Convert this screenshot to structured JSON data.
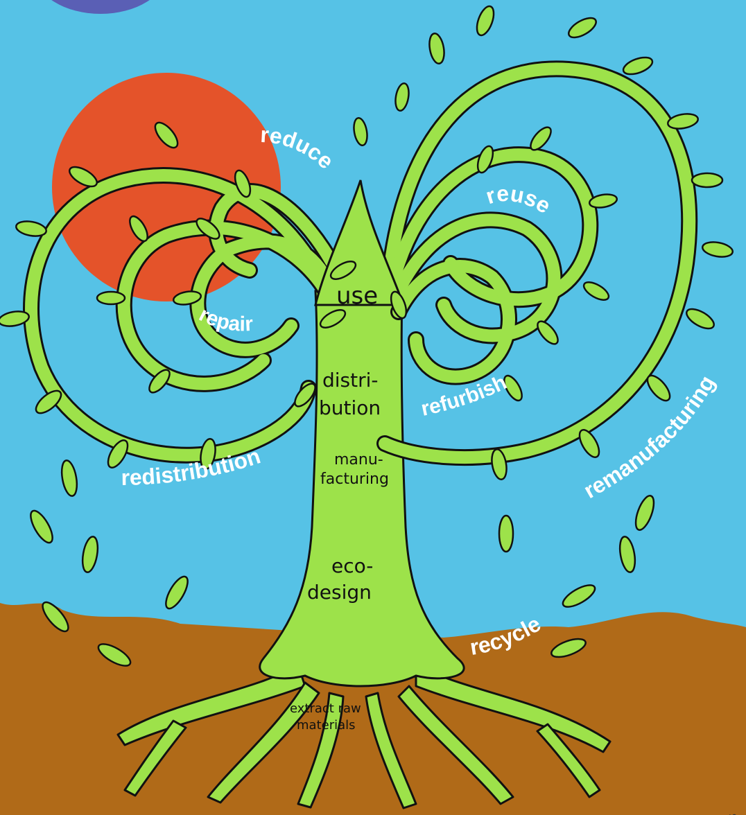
{
  "colors": {
    "sky": "#56c2e6",
    "soil": "#b06a18",
    "sun": "#e4532a",
    "tree": "#9de24a",
    "outline": "#111111",
    "label": "#ffffff"
  },
  "trunk_stages": [
    "extract raw materials",
    "eco-design",
    "manufacturing",
    "distribution",
    "use"
  ],
  "trunk_labels": {
    "use": "use",
    "distribution_1": "distri-",
    "distribution_2": "bution",
    "manufacturing_1": "manu-",
    "manufacturing_2": "facturing",
    "ecodesign_1": "eco-",
    "ecodesign_2": "design",
    "extract_1": "extract raw",
    "extract_2": "materials"
  },
  "loop_labels": {
    "reduce": "reduce",
    "reuse": "reuse",
    "repair": "repair",
    "refurbish": "refurbish",
    "redistribution": "redistribution",
    "remanufacturing": "remanufacturing",
    "recycle": "recycle"
  },
  "corner_text": "es"
}
